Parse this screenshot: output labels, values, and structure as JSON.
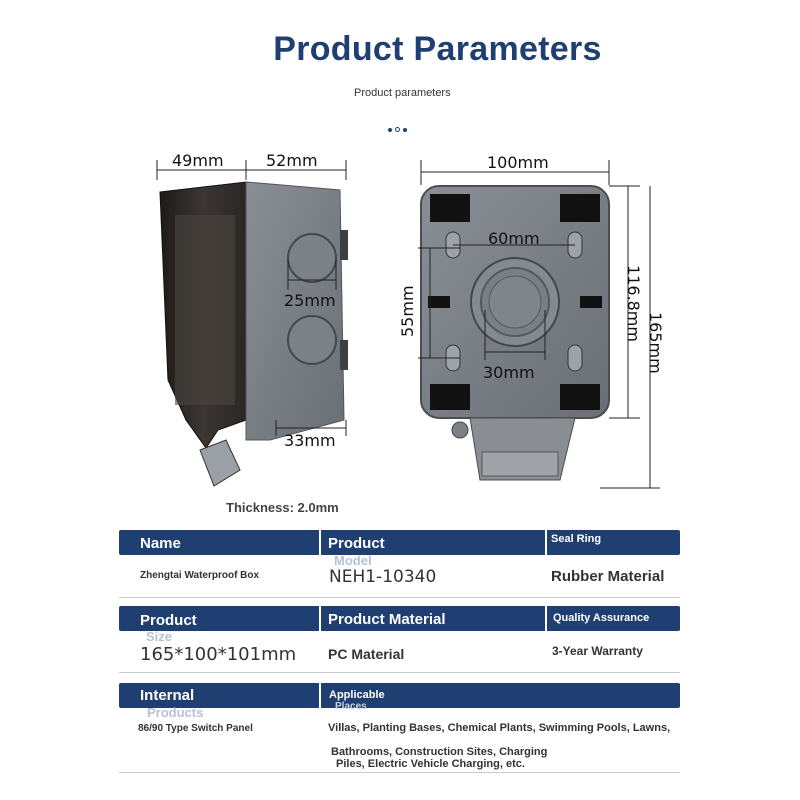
{
  "header": {
    "title": "Product Parameters",
    "subtitle": "Product parameters"
  },
  "dimensions": {
    "side_depth_cover": "49mm",
    "side_depth_body": "52mm",
    "knockout_diameter": "25mm",
    "bottom_offset": "33mm",
    "front_width": "100mm",
    "hole_spacing_h": "60mm",
    "hole_spacing_v": "55mm",
    "center_hole": "30mm",
    "body_height": "116.8mm",
    "total_height": "165mm"
  },
  "thickness": "Thickness: 2.0mm",
  "specs": {
    "row1": {
      "name_label": "Name",
      "name_value": "Zhengtai Waterproof Box",
      "model_label": "Product",
      "model_label_ghost": "Model",
      "model_value": "NEH1-10340",
      "seal_label": "Seal Ring",
      "seal_value": "Rubber Material"
    },
    "row2": {
      "size_label": "Product",
      "size_label_ghost": "Size",
      "size_value": "165*100*101mm",
      "material_label": "Product Material",
      "material_value": "PC Material",
      "quality_label": "Quality Assurance",
      "quality_value": "3-Year Warranty"
    },
    "row3": {
      "internal_label": "Internal",
      "internal_label_ghost": "Products",
      "internal_value": "86/90 Type Switch Panel",
      "places_label": "Applicable",
      "places_label_ghost": "Places",
      "places_value_1": "Villas, Planting Bases, Chemical Plants, Swimming Pools, Lawns,",
      "places_value_2": "Bathrooms, Construction Sites, Charging",
      "places_value_3": "Piles, Electric Vehicle Charging, etc."
    }
  },
  "colors": {
    "brand_blue": "#1f3f73",
    "box_gray": "#7b8087",
    "cover_dark": "#2e2b29"
  }
}
